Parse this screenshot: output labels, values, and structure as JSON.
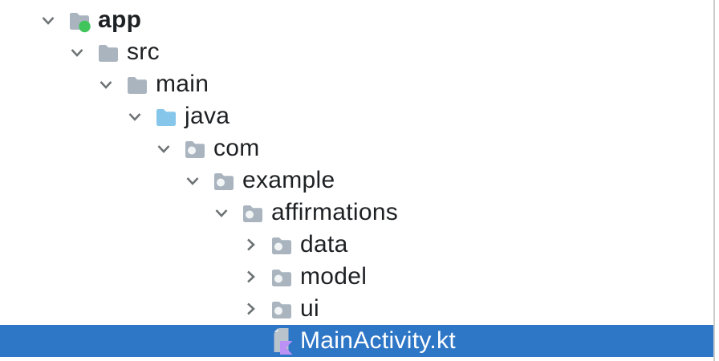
{
  "colors": {
    "selection_bg": "#2e76c6",
    "selection_text": "#ffffff",
    "label_text": "#1e2124",
    "chevron": "#6e7375",
    "divider": "#cdcdcd",
    "folder": "#a9b4bf",
    "source_folder": "#85c6ea",
    "package_dot": "#f2f5f6",
    "module_dot": "#40c45c",
    "kotlin_page": "#b9c3cc",
    "kotlin_fold": "#dce1e5",
    "kotlin_mark": "#bb91f5"
  },
  "tree": {
    "items": [
      {
        "label": "app",
        "level": 0,
        "state": "expanded",
        "icon": "android-module-folder",
        "bold": true,
        "selected": false
      },
      {
        "label": "src",
        "level": 1,
        "state": "expanded",
        "icon": "folder",
        "bold": false,
        "selected": false
      },
      {
        "label": "main",
        "level": 2,
        "state": "expanded",
        "icon": "folder",
        "bold": false,
        "selected": false
      },
      {
        "label": "java",
        "level": 3,
        "state": "expanded",
        "icon": "source-folder",
        "bold": false,
        "selected": false
      },
      {
        "label": "com",
        "level": 4,
        "state": "expanded",
        "icon": "package-folder",
        "bold": false,
        "selected": false
      },
      {
        "label": "example",
        "level": 5,
        "state": "expanded",
        "icon": "package-folder",
        "bold": false,
        "selected": false
      },
      {
        "label": "affirmations",
        "level": 6,
        "state": "expanded",
        "icon": "package-folder",
        "bold": false,
        "selected": false
      },
      {
        "label": "data",
        "level": 7,
        "state": "collapsed",
        "icon": "package-folder",
        "bold": false,
        "selected": false
      },
      {
        "label": "model",
        "level": 7,
        "state": "collapsed",
        "icon": "package-folder",
        "bold": false,
        "selected": false
      },
      {
        "label": "ui",
        "level": 7,
        "state": "collapsed",
        "icon": "package-folder",
        "bold": false,
        "selected": false
      },
      {
        "label": "MainActivity.kt",
        "level": 7,
        "state": "none",
        "icon": "kotlin-file",
        "bold": false,
        "selected": true
      }
    ]
  }
}
